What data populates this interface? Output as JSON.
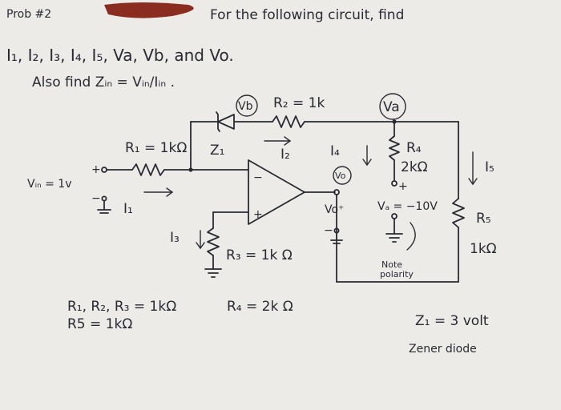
{
  "header": {
    "prob": "Prob #2",
    "line1": "For the following circuit, find",
    "line2": "I₁, I₂, I₃, I₄, I₅, Va, Vb, and Vo.",
    "line3": "Also find Zᵢₙ = Vᵢₙ/Iᵢₙ ."
  },
  "labels": {
    "r1": "R₁ = 1kΩ",
    "r2": "R₂ = 1k",
    "r3": "R₃ = 1k Ω",
    "r4a": "R₄",
    "r4b": "2kΩ",
    "r5a": "R₅",
    "r5b": "1kΩ",
    "vin": "Vᵢₙ = 1v",
    "z1": "Z₁",
    "vb": "Vb",
    "va": "Va",
    "vo": "Vo",
    "i1": "I₁",
    "i2": "I₂",
    "i3": "I₃",
    "i4": "I₄",
    "i5": "I₅",
    "va_value": "Vₐ = −10V",
    "note1": "Note",
    "note2": "polarity",
    "plus": "+",
    "minus": "−",
    "vo_plus": "Vo⁺",
    "vo_minus": "−"
  },
  "footer": {
    "res_line1": "R₁, R₂, R₃ = 1kΩ",
    "res_line2": "R5 = 1kΩ",
    "r4_note": "R₄ = 2k Ω",
    "z_value": "Z₁ = 3 volt",
    "z_type": "Zener diode"
  },
  "colors": {
    "redaction": "#8b2c20",
    "ink": "#2a2a33",
    "paper": "#ecebe8"
  }
}
